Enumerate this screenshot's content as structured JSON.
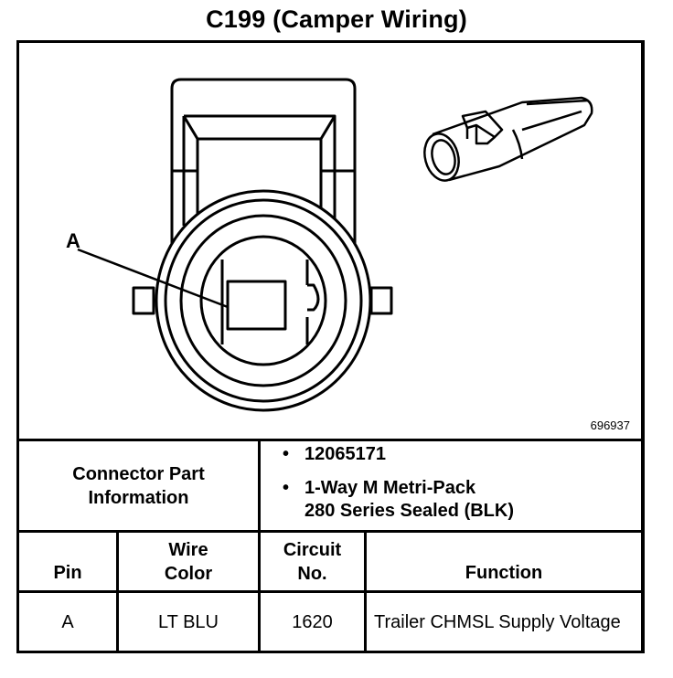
{
  "title": "C199 (Camper Wiring)",
  "diagram": {
    "pin_callout": "A",
    "figure_code": "696937",
    "front_view_icon": "connector-face-view",
    "iso_view_icon": "connector-isometric-view"
  },
  "connector_info": {
    "label": "Connector Part Information",
    "items": [
      "12065171",
      "1-Way M Metri-Pack\n280 Series Sealed (BLK)"
    ]
  },
  "table": {
    "headers": {
      "pin": "Pin",
      "wire_color": "Wire Color",
      "circuit_no": "Circuit No.",
      "function": "Function"
    },
    "rows": [
      {
        "pin": "A",
        "wire_color": "LT BLU",
        "circuit_no": "1620",
        "function": "Trailer CHMSL Supply Voltage"
      }
    ]
  }
}
